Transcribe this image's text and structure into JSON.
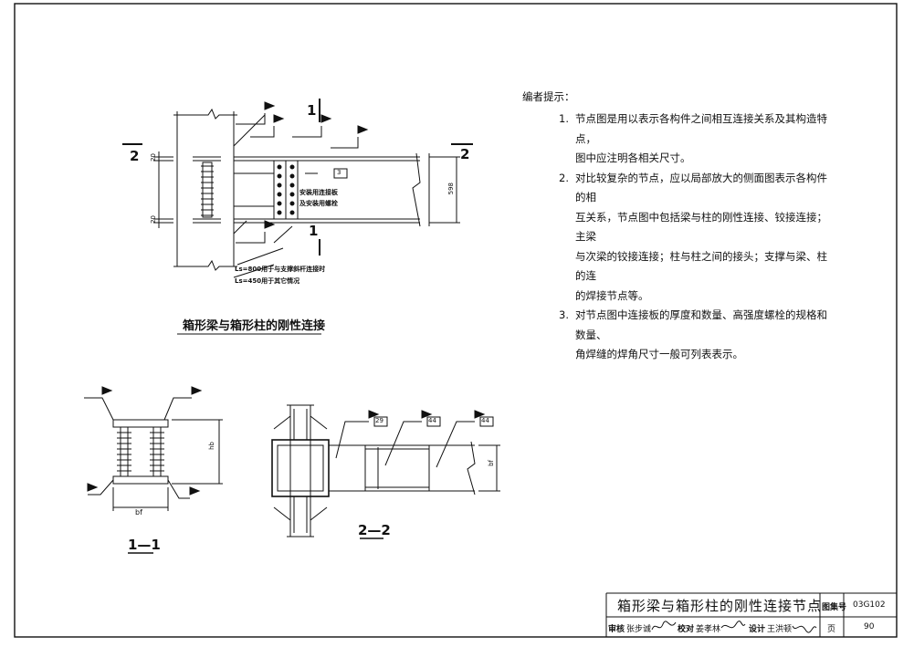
{
  "drawing": {
    "notes_title": "编者提示：",
    "notes": [
      {
        "num": "1.",
        "lines": [
          "节点图是用以表示各构件之间相互连接关系及其构造特点，",
          "图中应注明各相关尺寸。"
        ]
      },
      {
        "num": "2.",
        "lines": [
          "对比较复杂的节点，应以局部放大的侧面图表示各构件的相",
          "互关系，节点图中包括梁与柱的刚性连接、铰接连接；主梁",
          "与次梁的铰接连接；柱与柱之间的接头；支撑与梁、柱的连",
          "的焊接节点等。"
        ]
      },
      {
        "num": "3.",
        "lines": [
          "对节点图中连接板的厚度和数量、高强度螺栓的规格和数量、",
          "角焊缝的焊角尺寸一般可列表表示。"
        ]
      }
    ],
    "main_caption": "箱形梁与箱形柱的刚性连接",
    "section_1_label": "1",
    "section_2_label": "2",
    "section_1_title": "1—1",
    "section_2_title": "2—2",
    "label_plate": "安装用连接板",
    "label_bolt": "及安装用螺栓",
    "weld_ref_3": "3",
    "weld_ref_29": "29",
    "weld_ref_44a": "44",
    "weld_ref_44b": "44",
    "dim_598": "598",
    "dim_20_top": "20",
    "dim_20_bottom": "20",
    "ls_note_1": "Ls=800用于与支撑斜杆连接时",
    "ls_note_2": "Ls=450用于其它情况",
    "dim_hb": "hb",
    "dim_bf_1": "bf",
    "dim_bf_2": "bf"
  },
  "title_block": {
    "title": "箱形梁与箱形柱的刚性连接节点",
    "atlas_label": "图集号",
    "atlas_no": "03G102",
    "page_label": "页",
    "page_no": "90",
    "review_label": "审核",
    "review_name": "张步诚",
    "check_label": "校对",
    "check_name": "姜孝林",
    "design_label": "设计",
    "design_name": "王洪顿"
  }
}
